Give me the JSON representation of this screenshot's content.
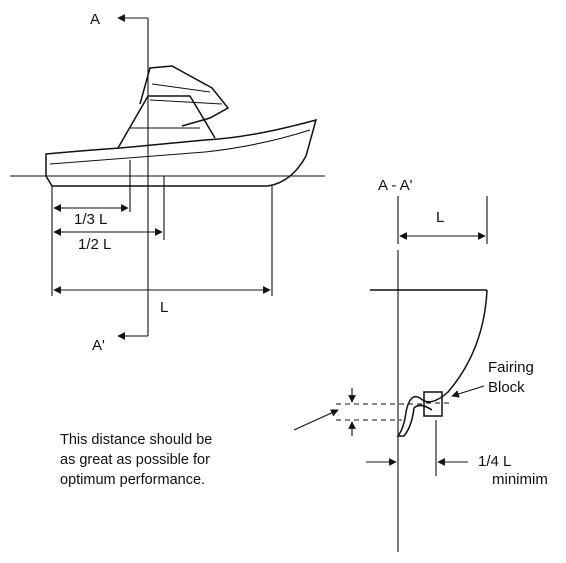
{
  "labels": {
    "section_top": "A",
    "section_bottom": "A'",
    "dim_third": "1/3 L",
    "dim_half": "1/2 L",
    "dim_full": "L",
    "section_title": "A - A'",
    "section_width": "L",
    "fairing_block_line1": "Fairing",
    "fairing_block_line2": "Block",
    "note_line1": "This distance should be",
    "note_line2": "as great as possible for",
    "note_line3": "optimum performance.",
    "min_value": "1/4 L",
    "min_word": "minimim"
  }
}
